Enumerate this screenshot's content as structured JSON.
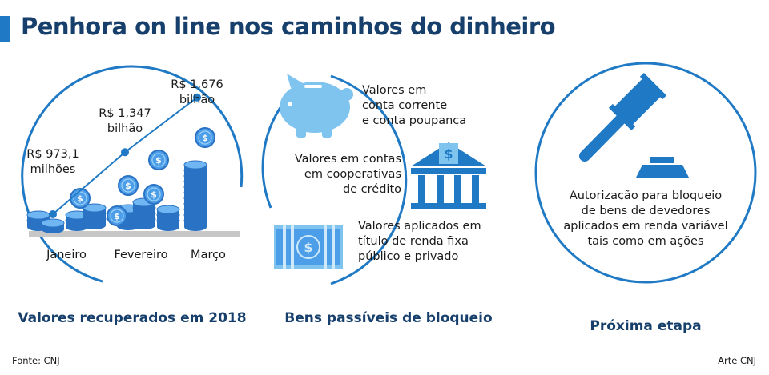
{
  "title": "Penhora on line nos caminhos do dinheiro",
  "colors": {
    "primary": "#1f79c4",
    "title": "#163f6c",
    "light": "#7fc3ef",
    "coin": "#4d9ee8"
  },
  "chart_data": {
    "type": "line",
    "categories": [
      "Janeiro",
      "Fevereiro",
      "Março"
    ],
    "values": [
      973.1,
      1347,
      1676
    ],
    "unit": "R$ milhões",
    "data_labels": [
      {
        "line1": "R$ 973,1",
        "line2": "milhões"
      },
      {
        "line1": "R$ 1,347",
        "line2": "bilhão"
      },
      {
        "line1": "R$ 1,676",
        "line2": "bilhão"
      }
    ],
    "title": "Valores recuperados em 2018"
  },
  "panel2": {
    "label": "Bens passíveis de bloqueio",
    "items": [
      {
        "icon": "piggy-bank-icon",
        "lines": [
          "Valores em",
          "conta corrente",
          "e conta poupança"
        ]
      },
      {
        "icon": "bank-building-icon",
        "lines": [
          "Valores em contas",
          "em cooperativas",
          "de crédito"
        ]
      },
      {
        "icon": "banknotes-icon",
        "lines": [
          "Valores aplicados em",
          "título de renda fixa",
          "público e privado"
        ]
      }
    ]
  },
  "panel3": {
    "label": "Próxima etapa",
    "icon": "gavel-icon",
    "lines": [
      "Autorização para bloqueio",
      "de bens de devedores",
      "aplicados em renda variável",
      "tais como em ações"
    ]
  },
  "footer": {
    "source": "Fonte: CNJ",
    "credit": "Arte CNJ"
  }
}
